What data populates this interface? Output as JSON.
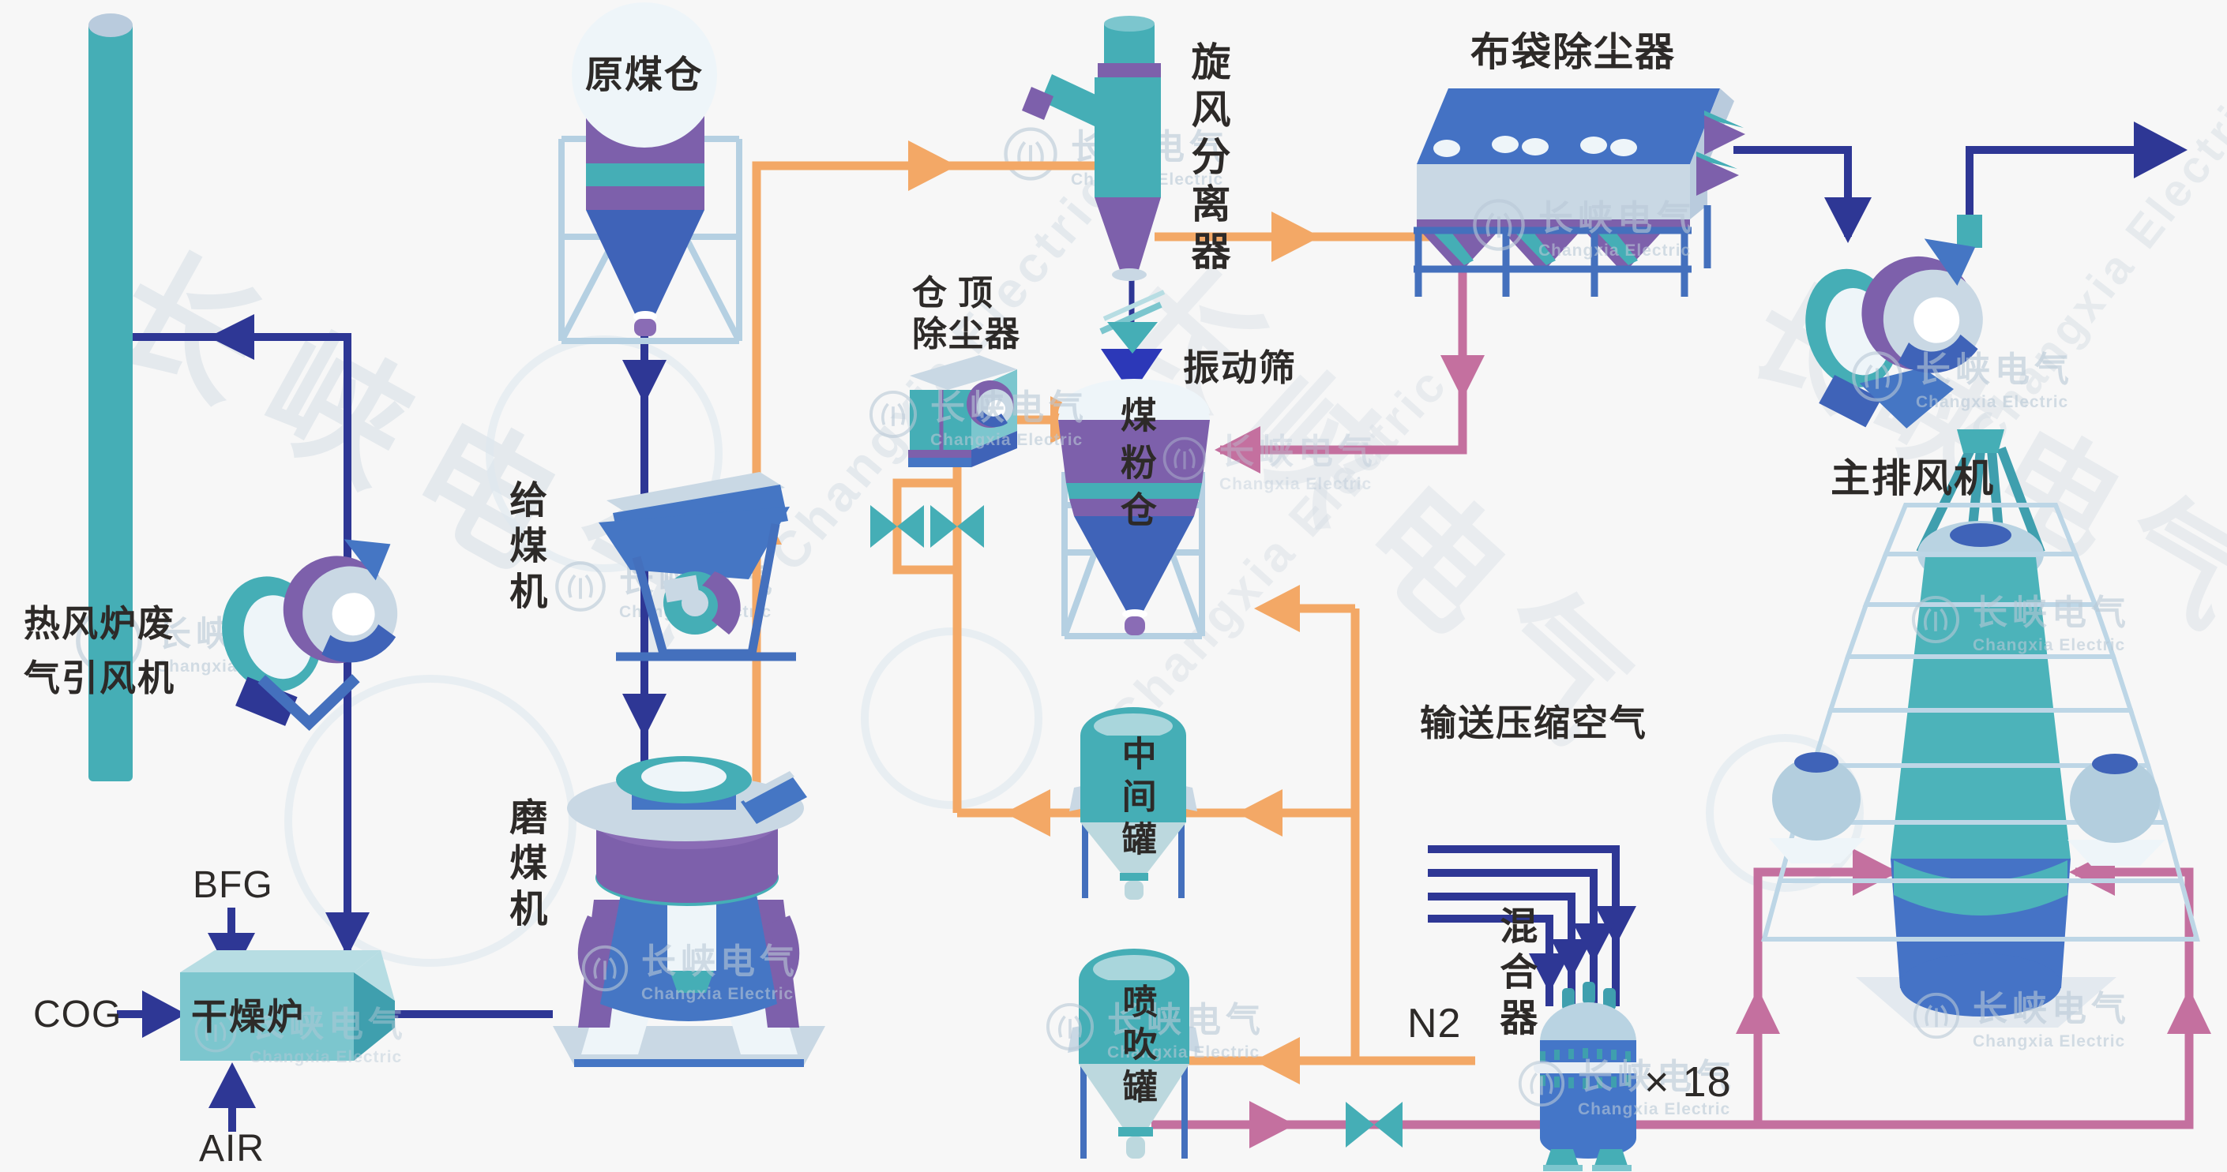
{
  "colors": {
    "bg": "#f7f7f7",
    "ink": "#2d2a28",
    "navy": "#2e3795",
    "orange": "#f3a866",
    "pink": "#c4709f",
    "teal": "#45aeb6",
    "tealLight": "#7cc6ce",
    "tealPale": "#b7dde3",
    "tealDark": "#3f9fae",
    "purple": "#7d60ab",
    "purpleLight": "#8a6cb5",
    "blue": "#4576c4",
    "blueRoof": "#4472c4",
    "blueDeep": "#3f63b8",
    "steel": "#c9d8e4",
    "steelDark": "#b9cbdd",
    "pale": "#eef5f9",
    "frame": "#b5d0e2",
    "frameBlue": "#4470bd",
    "ball": "#b3cede",
    "coneLight": "#bcd8de",
    "hearth": "#4573c6",
    "furnTeal": "#4cb3ba",
    "mixerBlue": "#4476c8",
    "domeLight": "#a9d6dc",
    "mixDome": "#b9d3e2",
    "screenBlue": "#2c38b8",
    "wm": "#b9c9d7"
  },
  "labels": {
    "raw_coal_bunker": "原煤仓",
    "coal_feeder": "给煤机",
    "coal_mill": "磨煤机",
    "hot_stove_fan_line1": "热风炉废",
    "hot_stove_fan_line2": "气引风机",
    "drying_furnace": "干燥炉",
    "bfg": "BFG",
    "cog": "COG",
    "air": "AIR",
    "cyclone_separator": "旋风分离器",
    "bin_top_collector_line1": "仓顶",
    "bin_top_collector_line2": "除尘器",
    "vibrating_screen": "振动筛",
    "coal_powder_bunker": "煤粉仓",
    "bag_filter": "布袋除尘器",
    "main_exhaust_fan": "主排风机",
    "intermediate_tank": "中间罐",
    "injection_tank": "喷吹罐",
    "n2": "N2",
    "mixer": "混合器",
    "mixer_count": "× 18",
    "compressed_air": "输送压缩空气"
  },
  "watermark": {
    "zh": "长峡电气",
    "en": "Changxia Electric"
  }
}
